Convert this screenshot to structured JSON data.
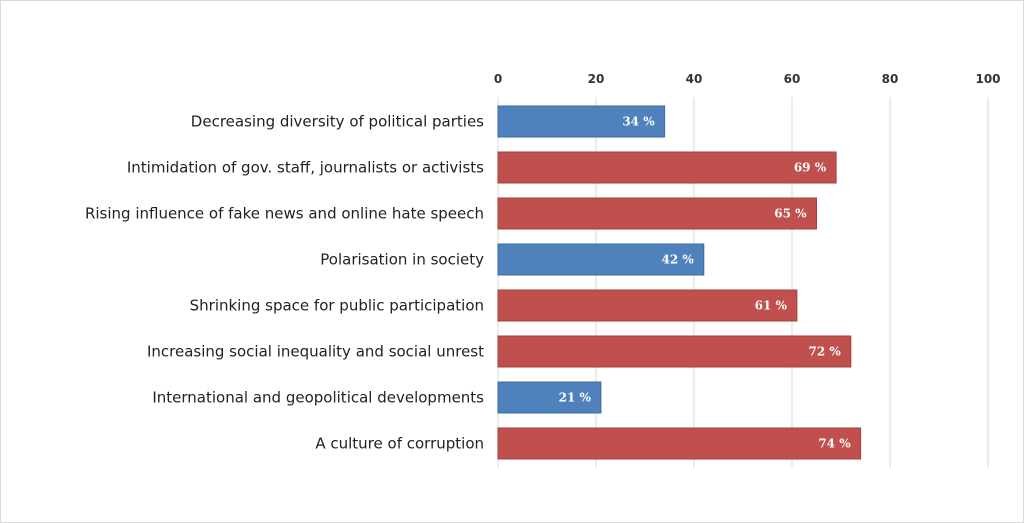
{
  "chart_data": {
    "type": "bar",
    "orientation": "horizontal",
    "categories": [
      "Decreasing diversity of political parties",
      "Intimidation of gov. staff, journalists or activists",
      "Rising influence of fake news and online hate speech",
      "Polarisation in society",
      "Shrinking space for public participation",
      "Increasing social inequality and social unrest",
      "International and geopolitical developments",
      "A culture of corruption"
    ],
    "values": [
      34,
      69,
      65,
      42,
      61,
      72,
      21,
      74
    ],
    "value_labels": [
      "34 %",
      "69 %",
      "65 %",
      "42 %",
      "61 %",
      "72 %",
      "21 %",
      "74 %"
    ],
    "bar_colors": [
      "#4f81bd",
      "#c0504d",
      "#c0504d",
      "#4f81bd",
      "#c0504d",
      "#c0504d",
      "#4f81bd",
      "#c0504d"
    ],
    "xlim": [
      0,
      100
    ],
    "xticks": [
      0,
      20,
      40,
      60,
      80,
      100
    ],
    "xtick_labels": [
      "0",
      "20",
      "40",
      "60",
      "80",
      "100"
    ],
    "x_axis_position": "top",
    "grid": true,
    "title": "",
    "xlabel": "",
    "ylabel": ""
  }
}
